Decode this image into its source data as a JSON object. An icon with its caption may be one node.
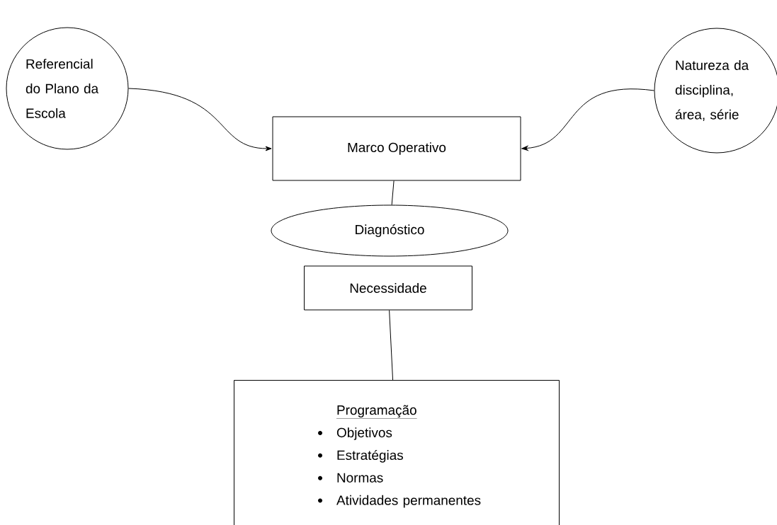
{
  "diagram": {
    "nodes": [
      {
        "text": [
          "Referencial do Plano da Escola"
        ]
      },
      {
        "text": [
          "Natureza da disciplina, área, série"
        ]
      },
      {
        "text": [
          "Marco Operativo"
        ]
      },
      {
        "text": [
          "Diagnóstico"
        ]
      },
      {
        "text": [
          "Necessidade"
        ]
      },
      {
        "text": [
          "Programação",
          "Objetivos",
          "Estratégias",
          "Normas",
          "Atividades permanentes"
        ]
      }
    ],
    "edges": [
      {
        "from": 0,
        "to": 2,
        "arrow": "to"
      },
      {
        "from": 1,
        "to": 2,
        "arrow": "to"
      },
      {
        "from": 2,
        "to": 3,
        "arrow": "none"
      },
      {
        "from": 4,
        "to": 5,
        "arrow": "none"
      }
    ]
  }
}
